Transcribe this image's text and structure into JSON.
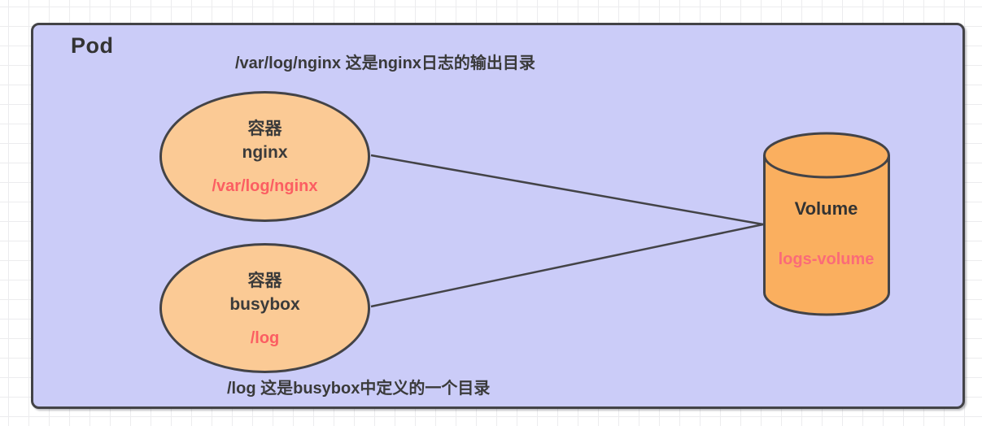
{
  "pod": {
    "label": "Pod"
  },
  "annotations": {
    "top": "/var/log/nginx 这是nginx日志的输出目录",
    "bottom": "/log 这是busybox中定义的一个目录"
  },
  "containers": [
    {
      "kind": "容器",
      "name": "nginx",
      "mount": "/var/log/nginx"
    },
    {
      "kind": "容器",
      "name": "busybox",
      "mount": "/log"
    }
  ],
  "volume": {
    "label": "Volume",
    "name": "logs-volume"
  },
  "colors": {
    "pod_background": "#cbccf8",
    "container_fill": "#fbca95",
    "volume_fill": "#faaf5f",
    "outline": "#434347",
    "heading_text": "#333333",
    "mount_path_text": "#fb5e62",
    "volume_name_text": "#fa6b78"
  }
}
